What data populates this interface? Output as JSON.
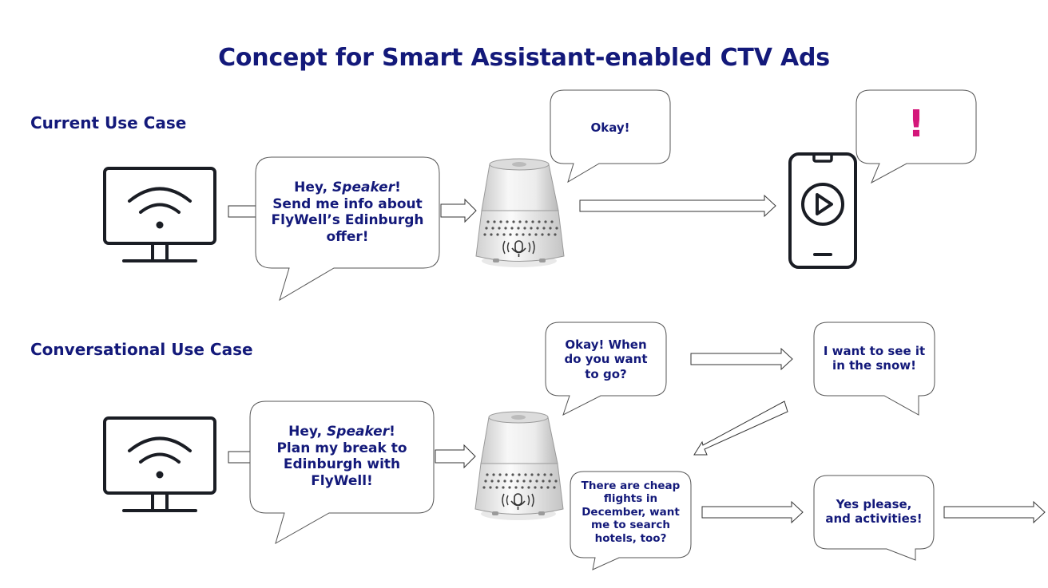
{
  "title": "Concept for Smart Assistant-enabled CTV Ads",
  "sections": {
    "current": "Current Use Case",
    "conversational": "Conversational Use Case"
  },
  "current": {
    "user_bubble": {
      "line1_prefix": "Hey, ",
      "line1_emph": "Speaker",
      "line1_suffix": "!",
      "rest": [
        "Send me info about",
        "FlyWell’s Edinburgh",
        "offer!"
      ]
    },
    "speaker_reply": "Okay!",
    "phone_alert": "!"
  },
  "conversational": {
    "user_bubble": {
      "line1_prefix": "Hey, ",
      "line1_emph": "Speaker",
      "line1_suffix": "!",
      "rest": [
        "Plan my break to",
        "Edinburgh with",
        "FlyWell!"
      ]
    },
    "speaker_reply_1": [
      "Okay! When",
      "do you want",
      "to go?"
    ],
    "user_reply_1": [
      "I want to see it",
      "in the snow!"
    ],
    "speaker_reply_2": [
      "There are cheap",
      "flights in",
      "December, want",
      "me to search",
      "hotels, too?"
    ],
    "user_reply_2": [
      "Yes please,",
      "and activities!"
    ]
  },
  "colors": {
    "brand_navy": "#13197a",
    "alert_pink": "#d4177a",
    "device_outline": "#1a1d24"
  },
  "icons": [
    "tv-wifi-icon",
    "smart-speaker-icon",
    "microphone-icon",
    "smartphone-play-icon",
    "arrow-icon"
  ]
}
